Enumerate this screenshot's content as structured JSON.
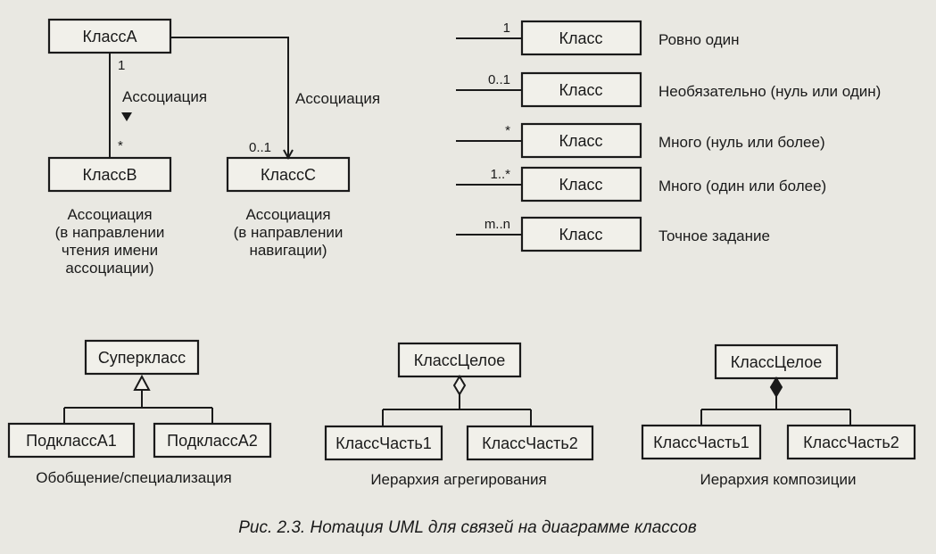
{
  "association": {
    "class_a": "КлассA",
    "class_b": "КлассB",
    "class_c": "КлассC",
    "mult_a_side": "1",
    "mult_b_side": "*",
    "mult_c_side": "0..1",
    "assoc_name_left": "Ассоциация",
    "assoc_name_right": "Ассоциация",
    "caption_b": [
      "Ассоциация",
      "(в направлении",
      "чтения имени",
      "ассоциации)"
    ],
    "caption_c": [
      "Ассоциация",
      "(в направлении",
      "навигации)"
    ]
  },
  "multiplicity": [
    {
      "mult": "1",
      "class": "Класс",
      "desc": "Ровно один"
    },
    {
      "mult": "0..1",
      "class": "Класс",
      "desc": "Необязательно (нуль или один)"
    },
    {
      "mult": "*",
      "class": "Класс",
      "desc": "Много (нуль или более)"
    },
    {
      "mult": "1..*",
      "class": "Класс",
      "desc": "Много (один или более)"
    },
    {
      "mult": "m..n",
      "class": "Класс",
      "desc": "Точное задание"
    }
  ],
  "generalization": {
    "super": "Суперкласс",
    "sub1": "ПодклассA1",
    "sub2": "ПодклассA2",
    "caption": "Обобщение/специализация"
  },
  "aggregation": {
    "whole": "КлассЦелое",
    "part1": "КлассЧасть1",
    "part2": "КлассЧасть2",
    "caption": "Иерархия агрегирования"
  },
  "composition": {
    "whole": "КлассЦелое",
    "part1": "КлассЧасть1",
    "part2": "КлассЧасть2",
    "caption": "Иерархия композиции"
  },
  "figure_caption": "Рис. 2.3. Нотация UML для связей на диаграмме классов"
}
